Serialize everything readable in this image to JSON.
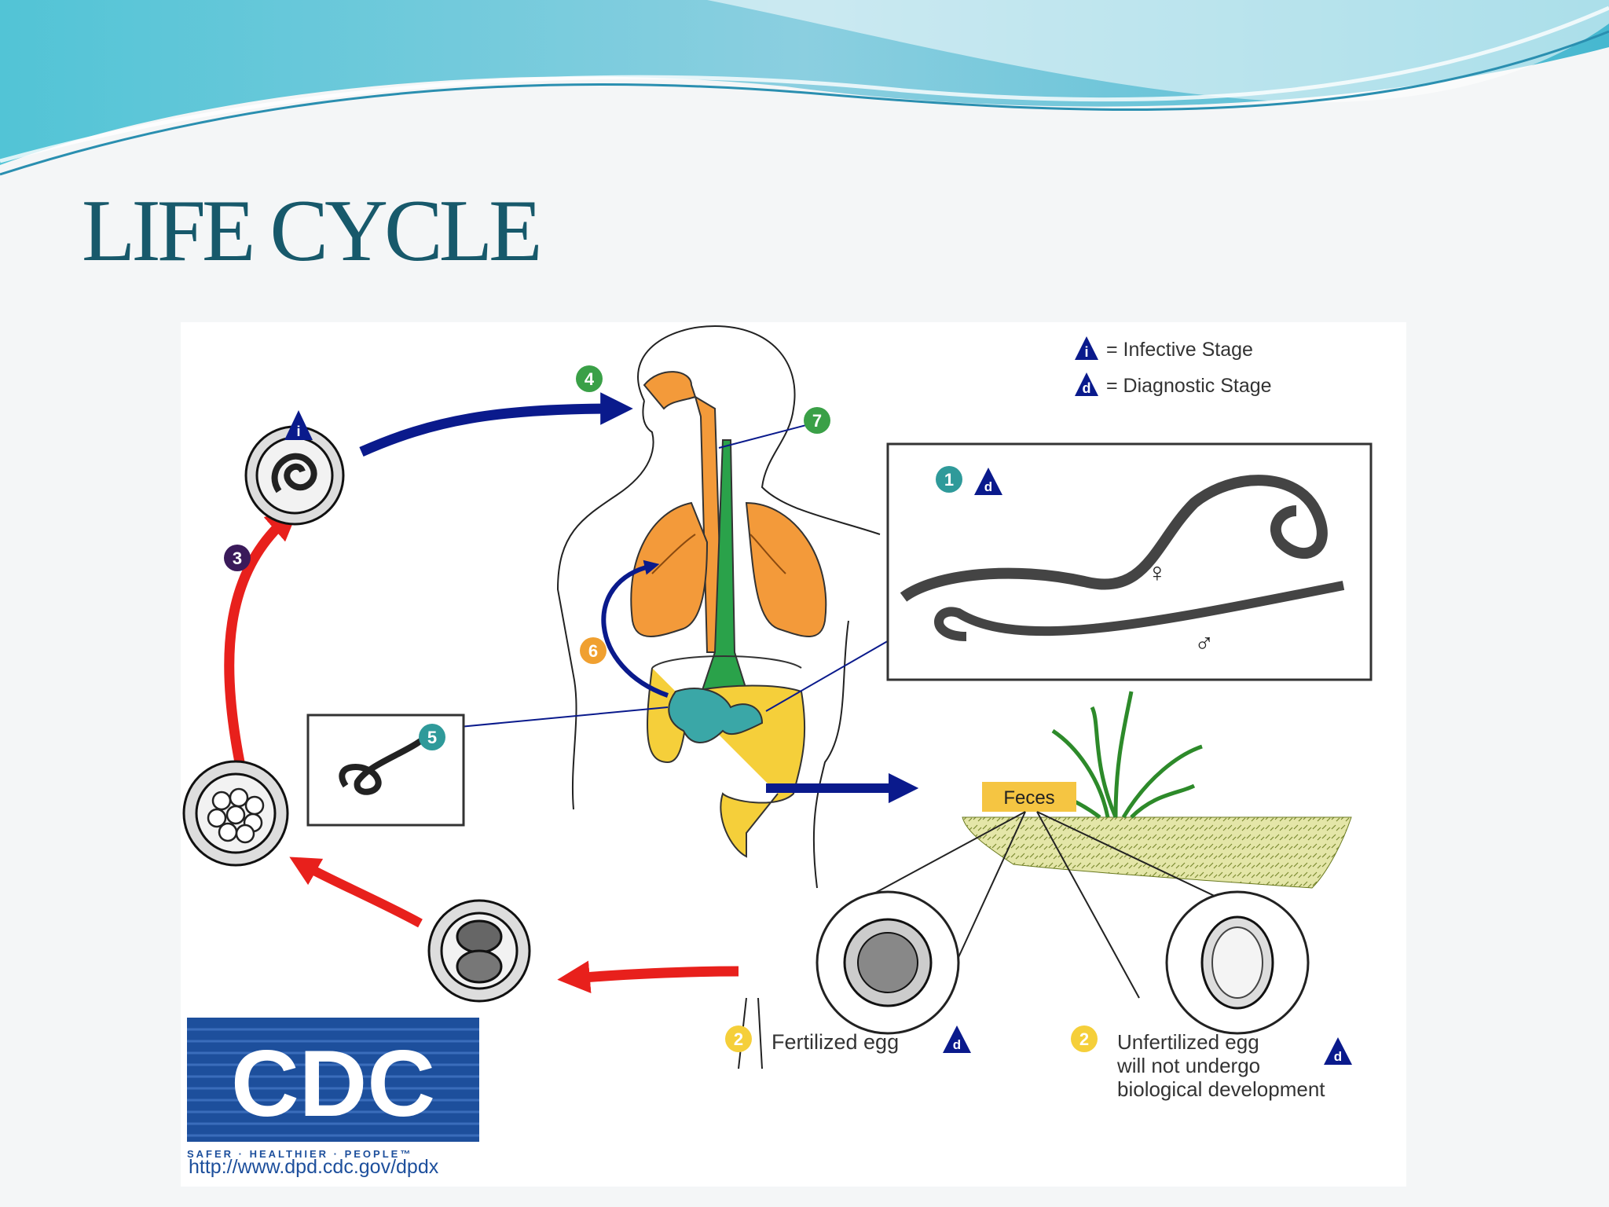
{
  "slide": {
    "title": "LIFE CYCLE"
  },
  "legend": {
    "infective_symbol": "i",
    "infective_text": "= Infective Stage",
    "diagnostic_symbol": "d",
    "diagnostic_text": "= Diagnostic Stage"
  },
  "steps": {
    "s1": "1",
    "s2": "2",
    "s3": "3",
    "s4": "4",
    "s5": "5",
    "s6": "6",
    "s7": "7"
  },
  "labels": {
    "feces": "Feces",
    "female_symbol": "♀",
    "male_symbol": "♂",
    "fertilized": "Fertilized egg",
    "unfertilized_line1": "Unfertilized egg",
    "unfertilized_line2": "will not undergo",
    "unfertilized_line3": "biological development"
  },
  "logo": {
    "name": "CDC",
    "tagline": "SAFER · HEALTHIER · PEOPLE™",
    "url": "http://www.dpd.cdc.gov/dpdx"
  },
  "colors": {
    "title": "#17596b",
    "cycle_blue": "#0a1a8c",
    "cycle_red": "#e8201c",
    "step_green": "#3aa047",
    "step_teal": "#2f9a9a",
    "step_purple": "#3a1a5a",
    "step_orange": "#f0a030",
    "step_yellow": "#f5cf3a"
  }
}
